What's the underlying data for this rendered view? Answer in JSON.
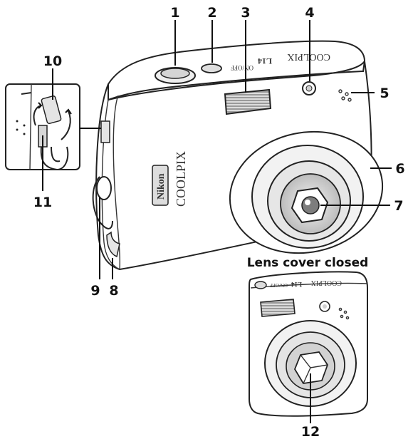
{
  "diagram": {
    "callouts": [
      "1",
      "2",
      "3",
      "4",
      "5",
      "6",
      "7",
      "8",
      "9",
      "10",
      "11",
      "12"
    ],
    "inset_title": "Lens cover closed",
    "brand": {
      "model": "COOLPIX",
      "maker": "Nikon",
      "top_model": "COOLPIX",
      "top_series": "L14",
      "top_power": "ON/OFF"
    },
    "colors": {
      "line": "#222222",
      "shade": "#cfcfcf",
      "dark": "#8a8a8a"
    }
  }
}
